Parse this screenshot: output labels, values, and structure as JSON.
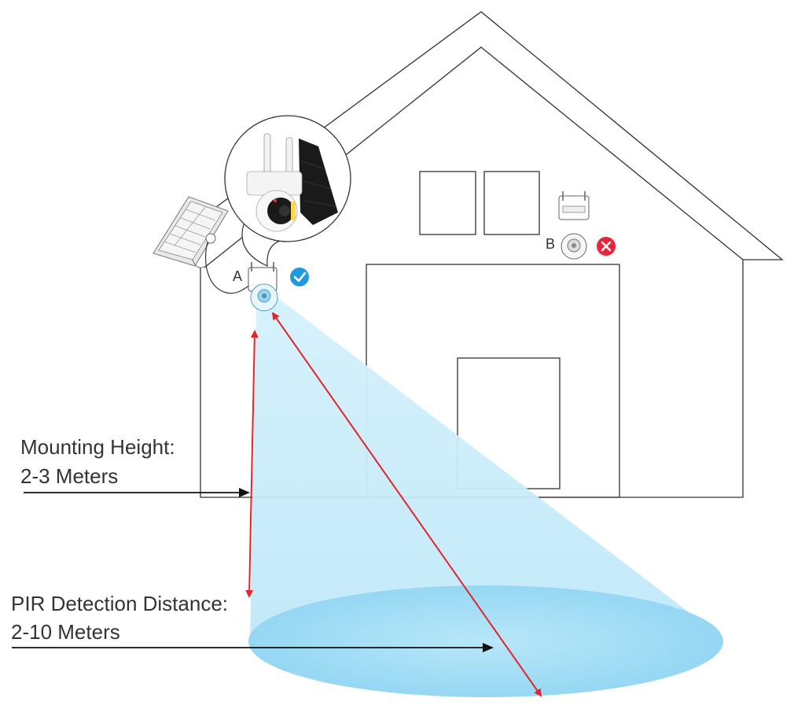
{
  "camera_a": {
    "letter": "A",
    "status_icon": "check-icon",
    "status_color": "#1e9be0"
  },
  "camera_b": {
    "letter": "B",
    "status_icon": "cross-icon",
    "status_color": "#e8243a"
  },
  "mounting": {
    "line1": "Mounting Height:",
    "line2": "2-3 Meters"
  },
  "pir": {
    "line1": "PIR Detection Distance:",
    "line2": "2-10 Meters"
  },
  "colors": {
    "beam": "#bfe9f8",
    "beam_floor": "#9fdcf5",
    "arrow": "#e3242b",
    "outline": "#333333",
    "solar_panel": "#1a1a1a"
  }
}
